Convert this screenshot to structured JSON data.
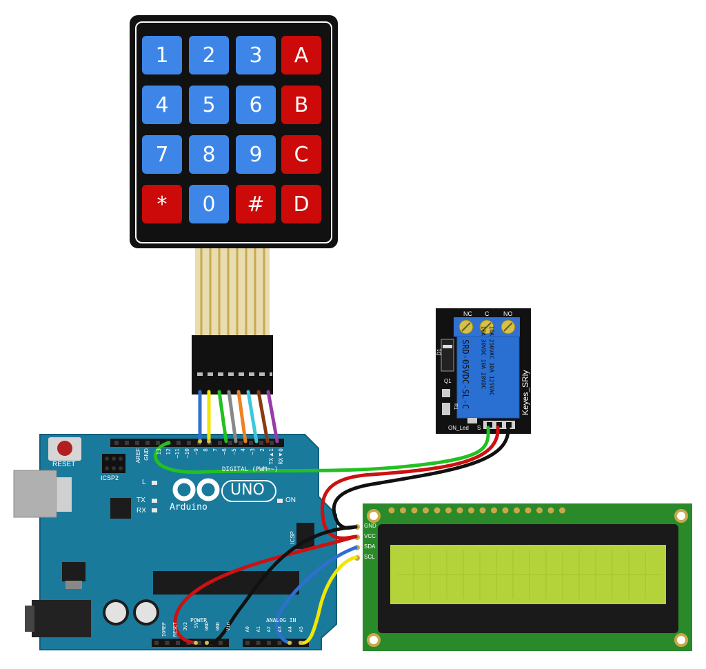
{
  "keypad": {
    "keys": [
      "1",
      "2",
      "3",
      "A",
      "4",
      "5",
      "6",
      "B",
      "7",
      "8",
      "9",
      "C",
      "*",
      "0",
      "#",
      "D"
    ],
    "colors": {
      "digit": "#3d86e8",
      "letter": "#cc0a0a",
      "body": "#111111"
    }
  },
  "arduino": {
    "logo_text": "UNO",
    "brand": "Arduino",
    "reset_label": "RESET",
    "icsp2_label": "ICSP2",
    "icsp_label": "ICSP",
    "aref_label": "AREF",
    "gnd_label": "GND",
    "digital_label": "DIGITAL (PWM=~)",
    "digital_pins": [
      "13",
      "12",
      "~11",
      "~10",
      "~9",
      "8",
      "7",
      "~6",
      "~5",
      "4",
      "~3",
      "2",
      "TX▶1",
      "RX◀0"
    ],
    "power_label": "POWER",
    "power_pins": [
      "IOREF",
      "RESET",
      "3V3",
      "5V",
      "GND",
      "GND",
      "Vin"
    ],
    "analog_label": "ANALOG IN",
    "analog_pins": [
      "A0",
      "A1",
      "A2",
      "A3",
      "A4",
      "A5"
    ],
    "led_labels": {
      "l": "L",
      "tx": "TX",
      "rx": "RX",
      "on": "ON"
    },
    "color": "#1a7a9c"
  },
  "relay": {
    "terminals": [
      "NC",
      "C",
      "NO"
    ],
    "model_text": "SRD-05VDC-SL-C",
    "rating1": "10A 250VAC  10A 125VAC",
    "rating2": "10A  30VDC  10A  28VDC",
    "brand": "Keyes_SRly",
    "on_led_label": "ON_Led",
    "pin_label": "S",
    "d1_label": "D1",
    "q1_label": "Q1",
    "r1_label": "R1"
  },
  "lcd": {
    "pins": [
      "GND",
      "VCC",
      "SDA",
      "SCL"
    ],
    "screen_color": "#b4d33a",
    "board_color": "#2a8a2a"
  },
  "wires": {
    "green": "#22c022",
    "red": "#cc1111",
    "black": "#111111",
    "blue": "#2f6fcf",
    "yellow": "#f2e600"
  }
}
